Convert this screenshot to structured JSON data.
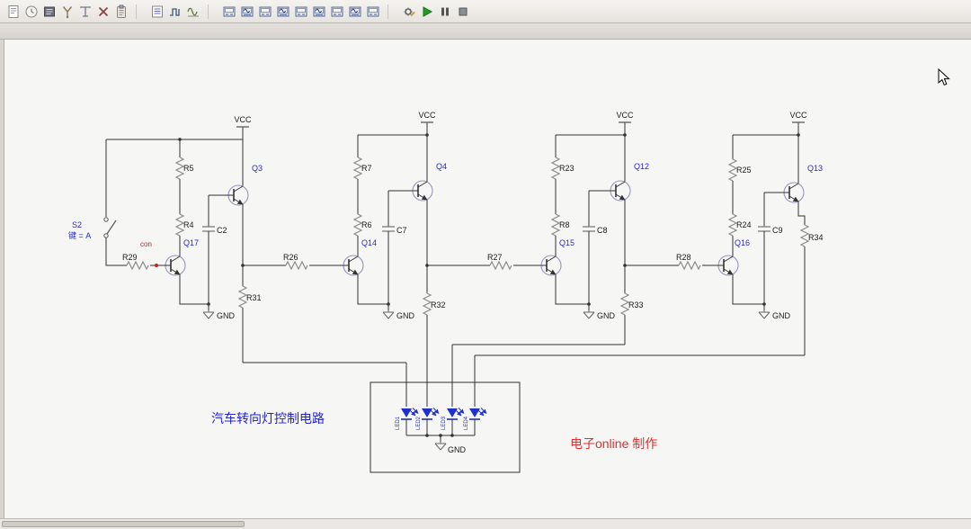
{
  "app": {
    "canvas_bg": "#f6f6f4",
    "toolbar_bg": "#ebe9e5",
    "accent_blue": "#2a2ac8",
    "accent_red": "#e03030",
    "led_blue": "#2030cc"
  },
  "toolbar": {
    "groups": [
      {
        "name": "standard-tools",
        "items": [
          {
            "name": "sheet-icon",
            "kind": "doc"
          },
          {
            "name": "history-icon",
            "kind": "clock"
          },
          {
            "name": "component-list-icon",
            "kind": "dark"
          },
          {
            "name": "wire-junction-icon",
            "kind": "wye"
          },
          {
            "name": "measure-probe-icon",
            "kind": "probe"
          },
          {
            "name": "delete-icon",
            "kind": "cross"
          },
          {
            "name": "clipboard-icon",
            "kind": "clip"
          }
        ]
      },
      {
        "name": "report-tools",
        "items": [
          {
            "name": "report-list-icon",
            "kind": "list"
          },
          {
            "name": "logic-trace-icon",
            "kind": "step"
          },
          {
            "name": "waveform-icon",
            "kind": "wave"
          }
        ]
      },
      {
        "name": "instrument-tools",
        "items": [
          {
            "name": "multimeter-icon",
            "kind": "inst"
          },
          {
            "name": "function-generator-icon",
            "kind": "inst2"
          },
          {
            "name": "wattmeter-icon",
            "kind": "inst"
          },
          {
            "name": "oscilloscope-icon",
            "kind": "inst2"
          },
          {
            "name": "bode-plotter-icon",
            "kind": "inst"
          },
          {
            "name": "word-generator-icon",
            "kind": "inst2"
          },
          {
            "name": "logic-analyzer-icon",
            "kind": "inst"
          },
          {
            "name": "logic-converter-icon",
            "kind": "inst2"
          },
          {
            "name": "distortion-analyzer-icon",
            "kind": "inst"
          }
        ]
      },
      {
        "name": "simulation-tools",
        "items": [
          {
            "name": "simulation-settings-icon",
            "kind": "gear"
          },
          {
            "name": "run-simulation-icon",
            "kind": "play"
          },
          {
            "name": "pause-simulation-icon",
            "kind": "pause"
          },
          {
            "name": "stop-simulation-icon",
            "kind": "stop"
          }
        ]
      }
    ]
  },
  "schematic": {
    "title": "汽车转向灯控制电路",
    "credit": "电子online 制作",
    "vcc": "VCC",
    "gnd": "GND",
    "input": {
      "switch_ref": "S2",
      "switch_key": "键 = A",
      "net_label": "con",
      "r_in": "R29"
    },
    "stages": [
      {
        "r_top": "R5",
        "r_mid": "R4",
        "cap": "C2",
        "q_top": "Q3",
        "q_bottom": "Q17",
        "r_out": "R31"
      },
      {
        "r_top": "R7",
        "r_mid": "R6",
        "cap": "C7",
        "q_top": "Q4",
        "q_bottom": "Q14",
        "r_out": "R32",
        "r_couple": "R26"
      },
      {
        "r_top": "R23",
        "r_mid": "R8",
        "cap": "C8",
        "q_top": "Q12",
        "q_bottom": "Q15",
        "r_out": "R33",
        "r_couple": "R27"
      },
      {
        "r_top": "R25",
        "r_mid": "R24",
        "cap": "C9",
        "q_top": "Q13",
        "q_bottom": "Q16",
        "r_out": "R34",
        "r_couple": "R28"
      }
    ],
    "leds": [
      "LED1",
      "LED2",
      "LED3",
      "LED4"
    ]
  }
}
